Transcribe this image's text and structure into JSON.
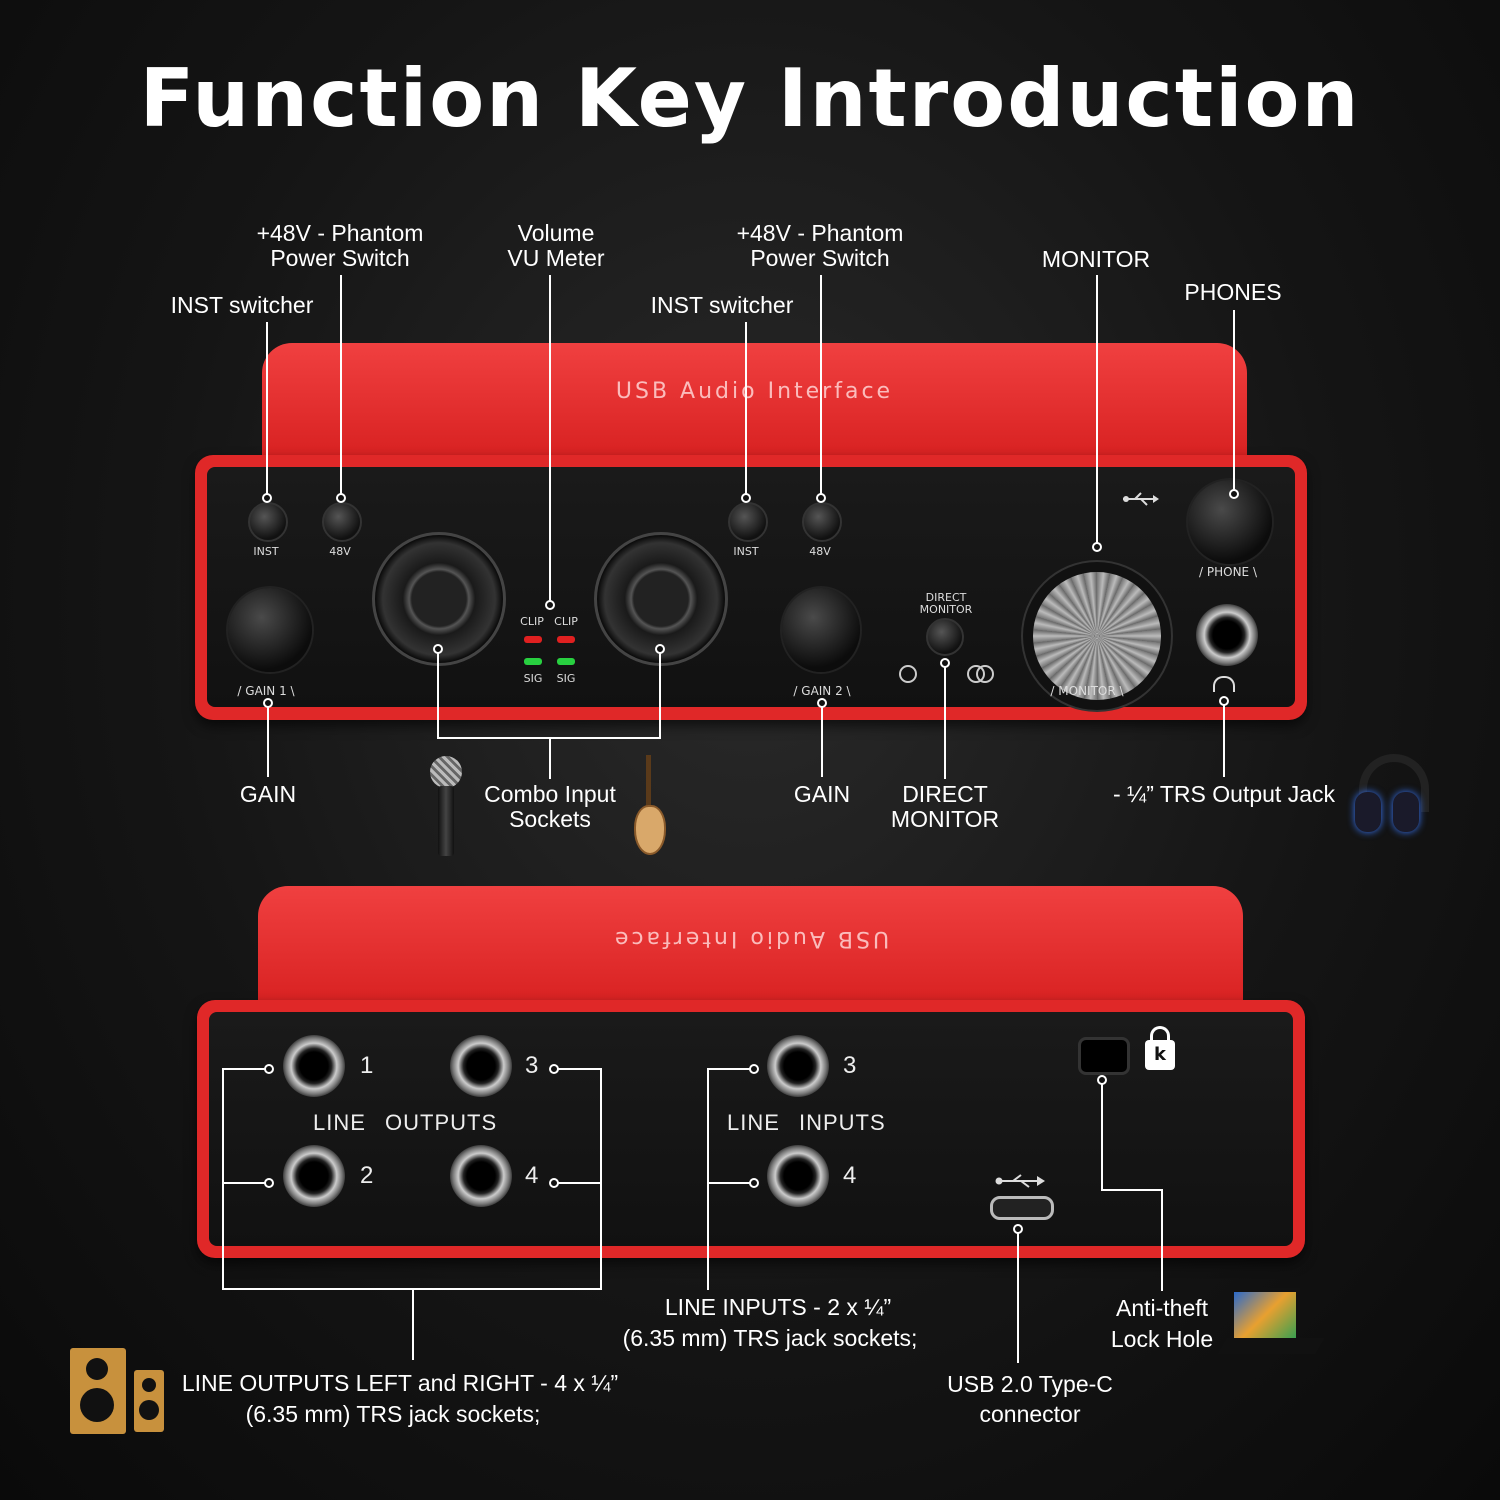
{
  "title": "Function Key Introduction",
  "device_top_text": "USB Audio Interface",
  "front_panel": {
    "inst": "INST",
    "v48": "48V",
    "gain1": "/ GAIN 1 \\",
    "gain2": "/ GAIN 2 \\",
    "clip": "CLIP",
    "sig": "SIG",
    "direct_monitor": "DIRECT\nMONITOR",
    "monitor": "/ MONITOR \\",
    "phone": "/ PHONE \\"
  },
  "rear_panel": {
    "nums": [
      "1",
      "2",
      "3",
      "4"
    ],
    "line": "LINE",
    "outputs": "OUTPUTS",
    "inputs": "INPUTS"
  },
  "callouts": {
    "phantom1_l1": "+48V - Phantom",
    "phantom1_l2": "Power Switch",
    "inst1": "INST switcher",
    "vu_l1": "Volume",
    "vu_l2": "VU Meter",
    "inst2": "INST switcher",
    "phantom2_l1": "+48V - Phantom",
    "phantom2_l2": "Power Switch",
    "monitor": "MONITOR",
    "phones": "PHONES",
    "gain1": "GAIN",
    "combo_l1": "Combo Input",
    "combo_l2": "Sockets",
    "gain2": "GAIN",
    "direct_l1": "DIRECT",
    "direct_l2": "MONITOR",
    "trs": "- ¼” TRS Output Jack",
    "line_inputs_l1": "LINE INPUTS -  2 x ¼”",
    "line_inputs_l2": "(6.35 mm) TRS jack sockets;",
    "anti_l1": "Anti-theft",
    "anti_l2": "Lock Hole",
    "line_outputs_l1": "LINE OUTPUTS LEFT and RIGHT - 4 x ¼”",
    "line_outputs_l2": "(6.35 mm) TRS jack sockets;",
    "usb_l1": "USB 2.0 Type-C",
    "usb_l2": "connector"
  }
}
